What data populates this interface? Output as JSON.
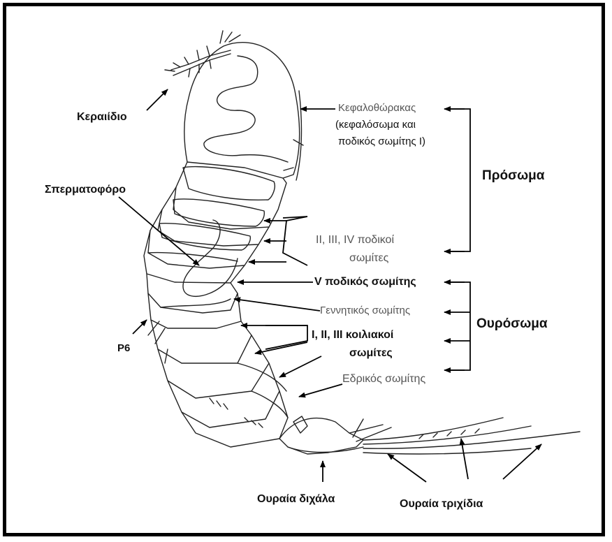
{
  "labels": {
    "keraidio": "Κεραιίδιο",
    "kefalothorakas_1": "Κεφαλοθώρακας",
    "kefalothorakas_2": "(κεφαλόσωμα και",
    "kefalothorakas_3": "ποδικός σωμίτης Ι)",
    "prosoma": "Πρόσωμα",
    "spermatoforo": "Σπερματοφόρο",
    "podikoi_1": "ΙΙ, ΙΙΙ, ΙV  ποδικοί",
    "podikoi_2": "σωμίτες",
    "v_podikos": "V  ποδικός σωμίτης",
    "gennitikos": "Γεννητικός σωμίτης",
    "ourosoma": "Ουρόσωμα",
    "koiliakoi_1": "Ι,  ΙΙ, ΙΙΙ  κοιλιακοί",
    "koiliakoi_2": "σωμίτες",
    "p6": "P6",
    "edrikos": "Εδρικός σωμίτης",
    "ouraia_dixala": "Ουραία διχάλα",
    "ouraia_trixidia": "Ουραία τριχίδια"
  }
}
